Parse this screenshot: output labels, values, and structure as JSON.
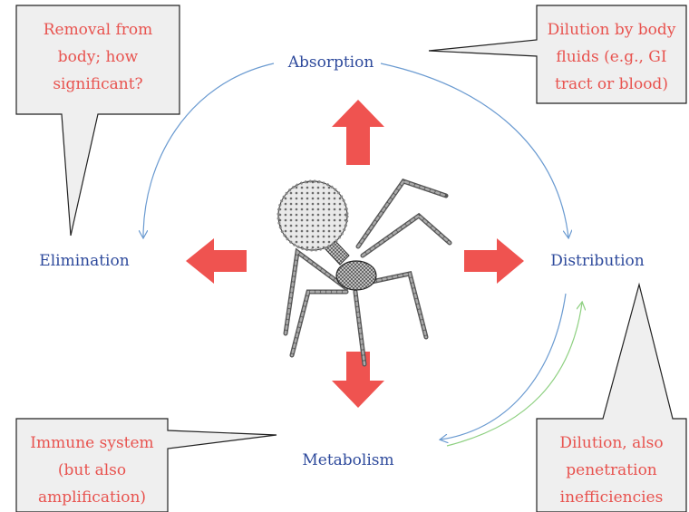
{
  "stages": {
    "absorption": "Absorption",
    "distribution": "Distribution",
    "metabolism": "Metabolism",
    "elimination": "Elimination"
  },
  "callouts": {
    "elimination": "Removal from\nbody; how\nsignificant?",
    "absorption": "Dilution by body\nfluids (e.g., GI\ntract or blood)",
    "metabolism": "Immune system\n(but also\namplification)",
    "distribution": "Dilution, also\npenetration\ninefficiencies"
  },
  "colors": {
    "stage_text": "#2e4a9c",
    "callout_text": "#e8534f",
    "callout_fill": "#efefef",
    "callout_stroke": "#222222",
    "big_arrow": "#ef5350",
    "cycle_arrow_blue": "#6b9bd1",
    "cycle_arrow_green": "#8ed081"
  },
  "center_image": "phage-icon"
}
